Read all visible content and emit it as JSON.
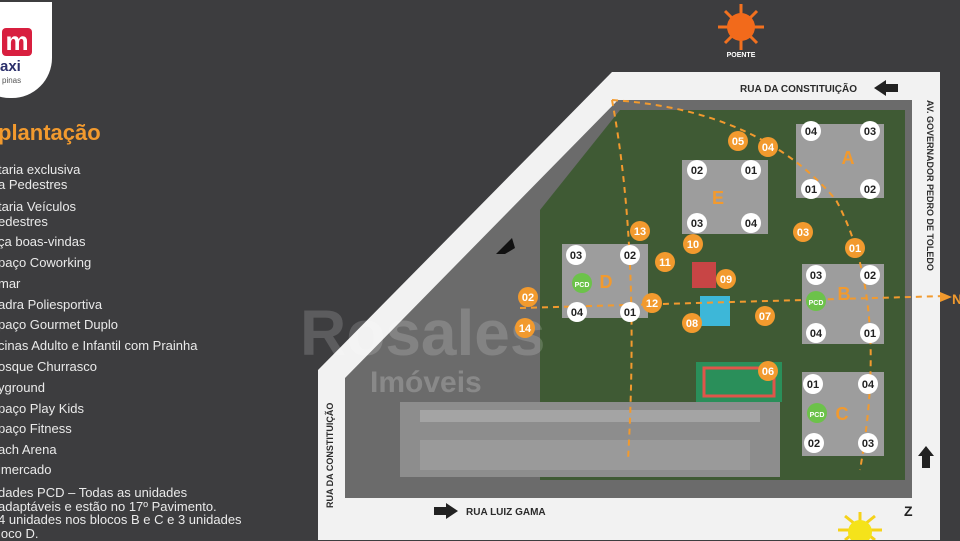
{
  "logo": {
    "mark": "m",
    "brand": "axi",
    "city": "pinas"
  },
  "title": "plantação",
  "legend": [
    "taria exclusiva",
    "a Pedestres",
    "taria Veículos",
    "edestres",
    "ça boas-vindas",
    "paço Coworking",
    "mar",
    "adra Poliesportiva",
    "paço Gourmet Duplo",
    "cinas Adulto e Infantil com Prainha",
    "osque Churrasco",
    "yground",
    "paço Play Kids",
    "paço Fitness",
    "ach Arena",
    "imercado"
  ],
  "note": [
    "dades PCD – Todas as unidades",
    "adaptáveis e estão no 17º Pavimento.",
    "4 unidades nos blocos B e C e 3 unidades",
    "loco D."
  ],
  "streets": {
    "top": "RUA DA CONSTITUIÇÃO",
    "left": "RUA DA CONSTITUIÇÃO",
    "bottom": "RUA LUIZ GAMA",
    "right": "AV. GOVERNADOR PEDRO DE TOLEDO"
  },
  "sun_label": "POENTE",
  "compass_letter": "N",
  "watermark": {
    "line1": "Rosales",
    "line2": "Imóveis"
  },
  "blocks": {
    "A": {
      "label": "A",
      "units": [
        "04",
        "03",
        "01",
        "02"
      ]
    },
    "B": {
      "label": "B",
      "units": [
        "03",
        "02",
        "04",
        "01"
      ],
      "pcd": "PCD"
    },
    "C": {
      "label": "C",
      "units": [
        "01",
        "04",
        "02",
        "03"
      ],
      "pcd": "PCD"
    },
    "D": {
      "label": "D",
      "units": [
        "03",
        "02",
        "04",
        "01"
      ],
      "pcd": "PCD"
    },
    "E": {
      "label": "E",
      "units": [
        "02",
        "01",
        "03",
        "04"
      ]
    }
  },
  "amenities": [
    "01",
    "02",
    "03",
    "04",
    "05",
    "06",
    "07",
    "08",
    "09",
    "10",
    "11",
    "12",
    "13",
    "14"
  ],
  "colors": {
    "accent": "#f29a2e",
    "pcd": "#6cc24a",
    "background": "#3d3d3f"
  }
}
